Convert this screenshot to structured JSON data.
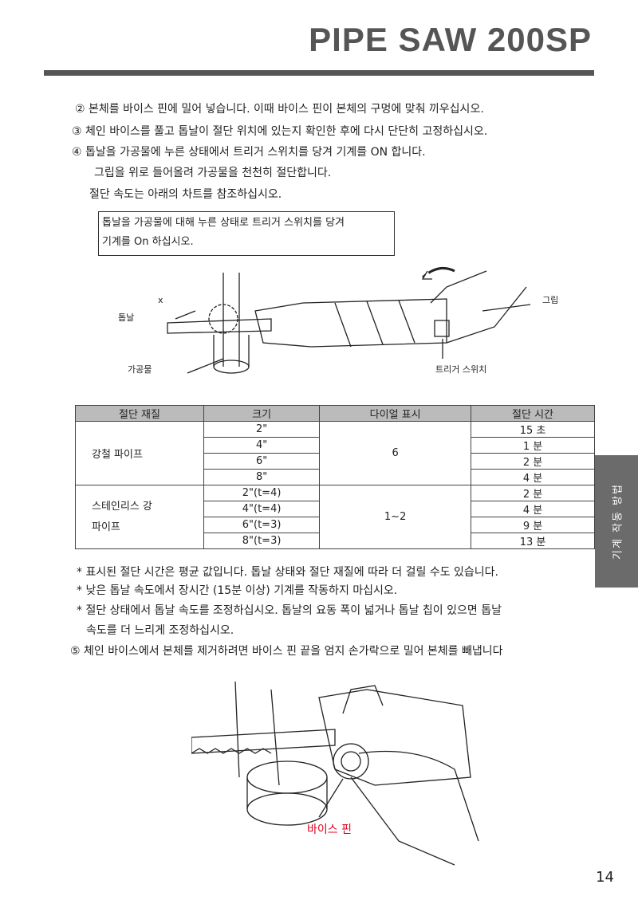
{
  "header": {
    "title": "PIPE SAW 200SP"
  },
  "steps": [
    "② 본체를 바이스 핀에 밀어 넣습니다. 이때 바이스 핀이 본체의 구멍에 맞춰 끼우십시오.",
    "③ 체인 바이스를 풀고 톱날이 절단 위치에 있는지 확인한 후에 다시 단단히 고정하십시오.",
    "④ 톱날을 가공물에 누른 상태에서 트리거 스위치를 당겨 기계를 ON 합니다.",
    "그립을 위로 들어올려 가공물을 천천히 절단합니다.",
    "절단 속도는 아래의 차트를 참조하십시오."
  ],
  "figure1": {
    "callout_line1": "톱날을 가공물에 대해 누른 상태로 트리거 스위치를 당겨",
    "callout_line2": "기계를 On 하십시오.",
    "x": "x",
    "blade": "톱날",
    "workpiece": "가공물",
    "grip": "그립",
    "trigger": "트리거 스위치"
  },
  "table": {
    "headers": [
      "절단 재질",
      "크기",
      "다이얼 표시",
      "절단 시간"
    ],
    "groups": [
      {
        "material": "강철 파이프",
        "dial": "6",
        "rows": [
          [
            "2\"",
            "15 초"
          ],
          [
            "4\"",
            "1 분"
          ],
          [
            "6\"",
            "2 분"
          ],
          [
            "8\"",
            "4 분"
          ]
        ]
      },
      {
        "material_line1": "스테인리스 강",
        "material_line2": "파이프",
        "dial": "1~2",
        "rows": [
          [
            "2\"(t=4)",
            "2 분"
          ],
          [
            "4\"(t=4)",
            "4 분"
          ],
          [
            "6\"(t=3)",
            "9 분"
          ],
          [
            "8\"(t=3)",
            "13 분"
          ]
        ]
      }
    ]
  },
  "notes": [
    "*  표시된 절단 시간은 평균 값입니다. 톱날 상태와 절단 재질에 따라 더 걸릴 수도 있습니다.",
    "*  낮은 톱날 속도에서 장시간 (15분 이상) 기계를 작동하지 마십시오.",
    "*  절단 상태에서 톱날 속도를 조정하십시오. 톱날의 요동 폭이 넓거나 톱날 칩이 있으면 톱날",
    "속도를 더 느리게 조정하십시오."
  ],
  "step5": "⑤ 체인 바이스에서 본체를 제거하려면 바이스 핀 끝을 엄지 손가락으로 밀어 본체를 빼냅니다",
  "figure2": {
    "vise_pin": "바이스 핀",
    "label_color": "#e0001a"
  },
  "side_tab": "기계 작동 방법",
  "page_number": "14"
}
